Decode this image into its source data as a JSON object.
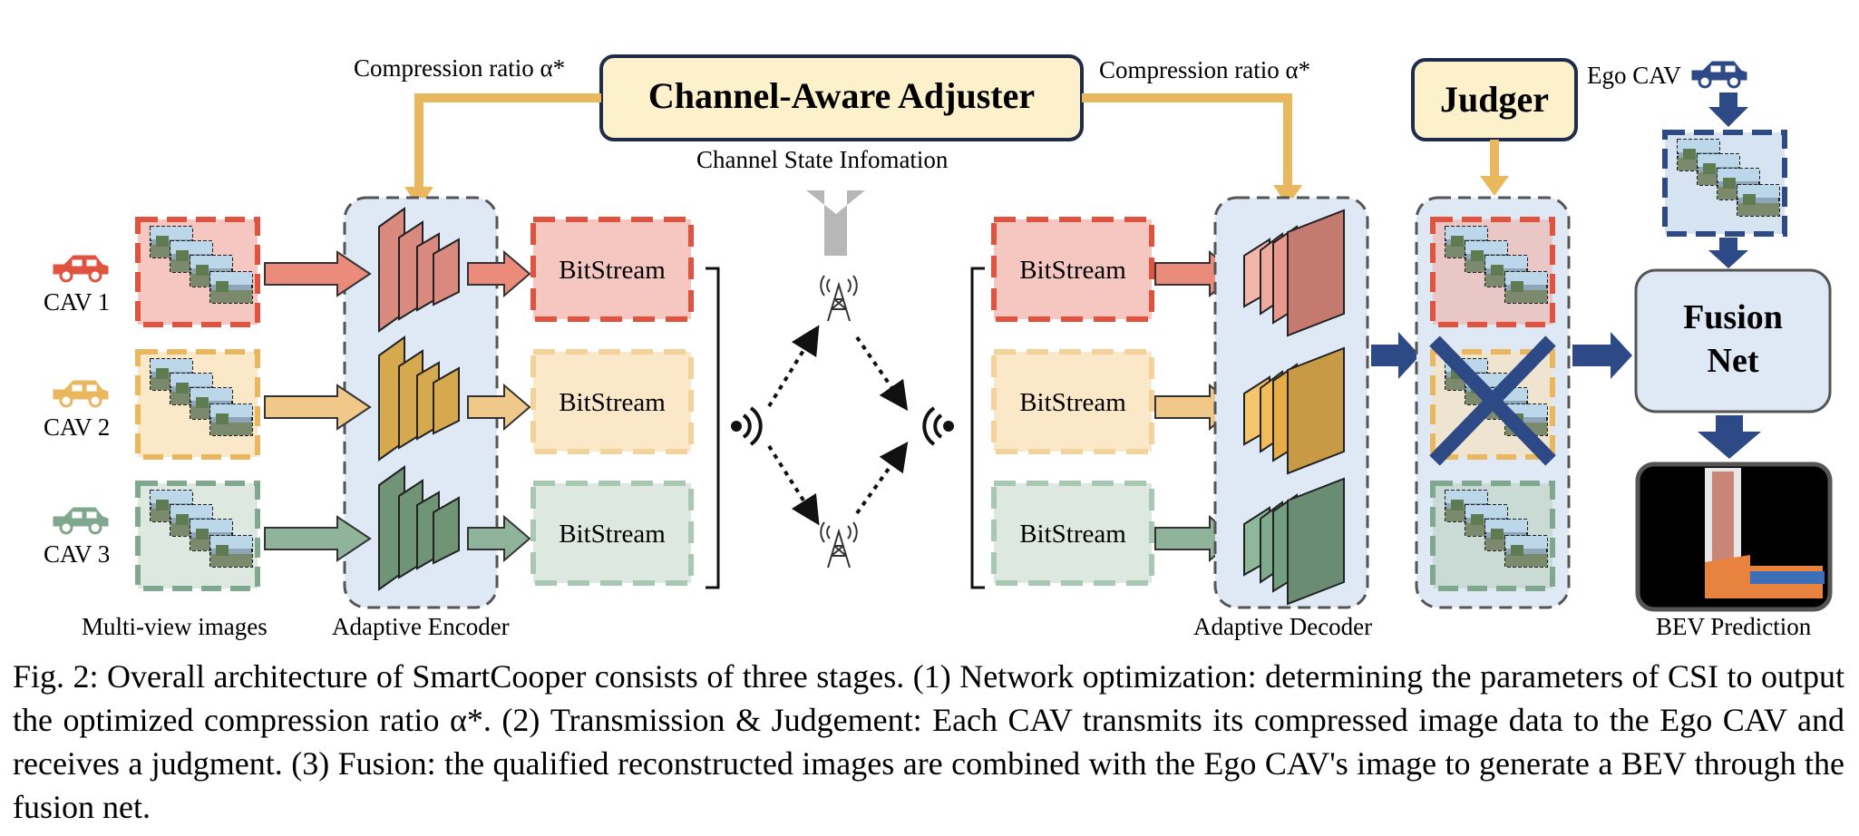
{
  "labels": {
    "compression_left": "Compression ratio α*",
    "compression_right": "Compression ratio α*",
    "adjuster": "Channel-Aware Adjuster",
    "csi": "Channel State Infomation",
    "judger": "Judger",
    "ego": "Ego CAV",
    "fusion": "Fusion Net",
    "bev": "BEV Prediction",
    "multiview": "Multi-view images",
    "encoder": "Adaptive Encoder",
    "decoder": "Adaptive Decoder",
    "cavs": [
      "CAV 1",
      "CAV 2",
      "CAV 3"
    ],
    "bitstream": "BitStream"
  },
  "colors": {
    "red": "#e0533f",
    "yellow": "#e9b85e",
    "green": "#7fa88f",
    "navy": "#2d4a86",
    "panel_blue": "#dfe9f6",
    "adjuster_fill": "#fdf1cc"
  },
  "caption": "Fig. 2: Overall architecture of SmartCooper consists of three stages. (1) Network optimization: determining the parameters of CSI to output the optimized compression ratio α*. (2) Transmission & Judgement: Each CAV transmits its compressed image data to the Ego CAV and receives a judgment. (3) Fusion: the qualified reconstructed images are combined with the Ego CAV's image to generate a BEV through the fusion net."
}
